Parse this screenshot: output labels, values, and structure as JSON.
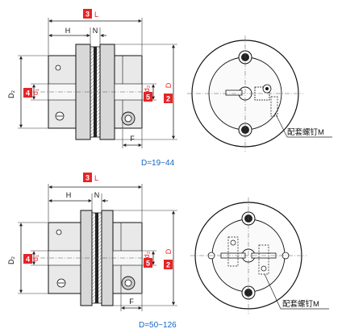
{
  "diagrams": [
    {
      "caption": "D=19~44",
      "labels": {
        "length_num": "3",
        "length_sym": "L",
        "hub": "H",
        "gap": "N",
        "flange": "F",
        "hub_dia": "D₂",
        "bore1_num": "4",
        "bore1_sym": "d₁",
        "bore2_num": "5",
        "bore2_sym": "d₂",
        "outer_num": "2",
        "outer_sym": "D",
        "screw_note": "配套螺钉M"
      }
    },
    {
      "caption": "D=50~126",
      "labels": {
        "length_num": "3",
        "length_sym": "L",
        "hub": "H",
        "gap": "N",
        "flange": "F",
        "hub_dia": "D₂",
        "bore1_num": "4",
        "bore1_sym": "d₁",
        "bore2_num": "5",
        "bore2_sym": "d₂",
        "outer_num": "2",
        "outer_sym": "D",
        "screw_note": "配套螺钉M"
      }
    }
  ],
  "colors": {
    "badge": "#e52528",
    "caption": "#1565c0",
    "grey_light": "#e9e9e9",
    "grey_mid": "#bdbdbd"
  }
}
